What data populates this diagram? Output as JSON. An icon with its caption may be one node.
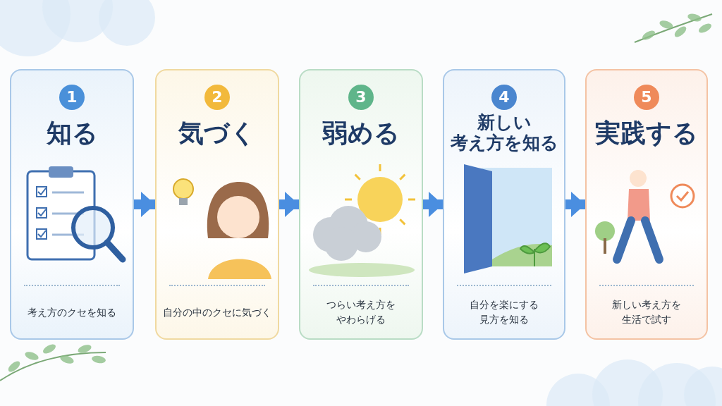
{
  "diagram": {
    "nodes": [
      {
        "text": [
          "1",
          "知る",
          "考え方のクセを知る"
        ]
      },
      {
        "text": [
          "2",
          "気づく",
          "自分の中のクセに気づく"
        ]
      },
      {
        "text": [
          "3",
          "弱める",
          "つらい考え方をやわらげる"
        ]
      },
      {
        "text": [
          "4",
          "新しい考え方を知る",
          "自分を楽にする見方を知る"
        ]
      },
      {
        "text": [
          "5",
          "実践する",
          "新しい考え方を生活で試す"
        ]
      }
    ],
    "edges": [
      {
        "from": 0,
        "to": 1,
        "arrow": "to"
      },
      {
        "from": 1,
        "to": 2,
        "arrow": "to"
      },
      {
        "from": 2,
        "to": 3,
        "arrow": "to"
      },
      {
        "from": 3,
        "to": 4,
        "arrow": "to"
      }
    ]
  }
}
